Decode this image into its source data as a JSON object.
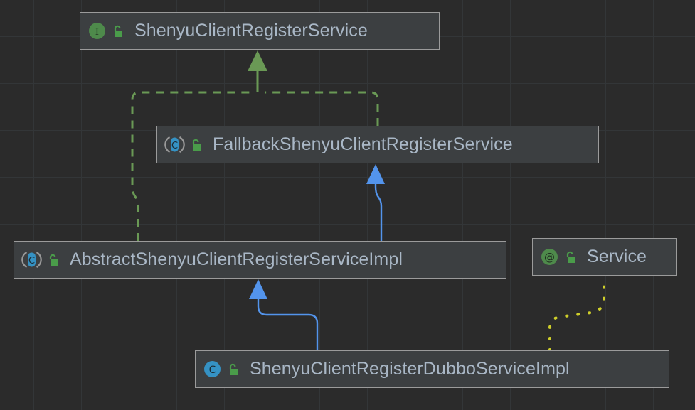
{
  "diagram": {
    "title": "ShenyuClientRegisterService class hierarchy",
    "background_color": "#2b2b2b",
    "grid_color": "#333638",
    "node_fill": "#3c3f41",
    "node_border": "#9b9b9b",
    "label_color": "#a9b7c6",
    "colors": {
      "interface_green": "#4e8a4b",
      "class_teal": "#3592c4",
      "abstract_gray": "#9a9a9a",
      "lock_green": "#4a9c4a",
      "realization_green": "#6a9955",
      "generalization_blue": "#5394ec",
      "annotation_yellow": "#cfcf2a"
    },
    "nodes": [
      {
        "id": "node-interface",
        "label": "ShenyuClientRegisterService",
        "kind": "interface",
        "icon": "interface-icon",
        "visibility_icon": "unlock-public-icon"
      },
      {
        "id": "node-fallback",
        "label": "FallbackShenyuClientRegisterService",
        "kind": "abstract-class",
        "icon": "abstract-class-icon",
        "visibility_icon": "unlock-public-icon"
      },
      {
        "id": "node-abstract",
        "label": "AbstractShenyuClientRegisterServiceImpl",
        "kind": "abstract-class",
        "icon": "abstract-class-icon",
        "visibility_icon": "unlock-public-icon"
      },
      {
        "id": "node-annotation",
        "label": "Service",
        "kind": "annotation",
        "icon": "annotation-icon",
        "visibility_icon": "unlock-public-icon"
      },
      {
        "id": "node-dubbo",
        "label": "ShenyuClientRegisterDubboServiceImpl",
        "kind": "class",
        "icon": "class-icon",
        "visibility_icon": "unlock-public-icon"
      }
    ],
    "edges": [
      {
        "id": "edge-fallback-implements-interface",
        "from": "node-fallback",
        "to": "node-interface",
        "relation": "realization",
        "style": "dashed",
        "color": "#6a9955",
        "arrowhead": "filled-triangle"
      },
      {
        "id": "edge-abstract-implements-interface",
        "from": "node-abstract",
        "to": "node-interface",
        "relation": "realization",
        "style": "dashed",
        "color": "#6a9955",
        "arrowhead": "filled-triangle"
      },
      {
        "id": "edge-abstract-extends-fallback",
        "from": "node-abstract",
        "to": "node-fallback",
        "relation": "generalization",
        "style": "solid",
        "color": "#5394ec",
        "arrowhead": "filled-triangle"
      },
      {
        "id": "edge-dubbo-extends-abstract",
        "from": "node-dubbo",
        "to": "node-abstract",
        "relation": "generalization",
        "style": "solid",
        "color": "#5394ec",
        "arrowhead": "filled-triangle"
      },
      {
        "id": "edge-dubbo-annotated-service",
        "from": "node-dubbo",
        "to": "node-annotation",
        "relation": "annotation-usage",
        "style": "dotted",
        "color": "#cfcf2a",
        "arrowhead": "none"
      }
    ]
  }
}
